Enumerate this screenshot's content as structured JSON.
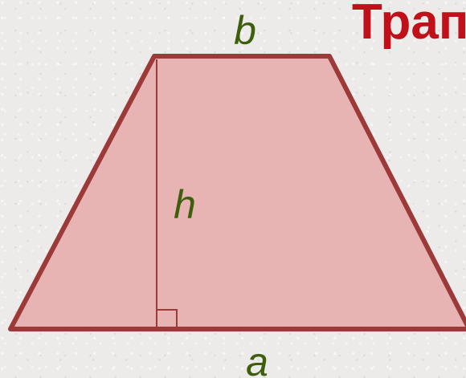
{
  "title": "Трап",
  "labels": {
    "top_base": "b",
    "height": "h",
    "bottom_base": "a"
  },
  "colors": {
    "fill": "#e8b3b3",
    "stroke": "#9c3a3a",
    "label": "#3d5e0c",
    "title": "#c0111a",
    "background": "#ecebea"
  }
}
